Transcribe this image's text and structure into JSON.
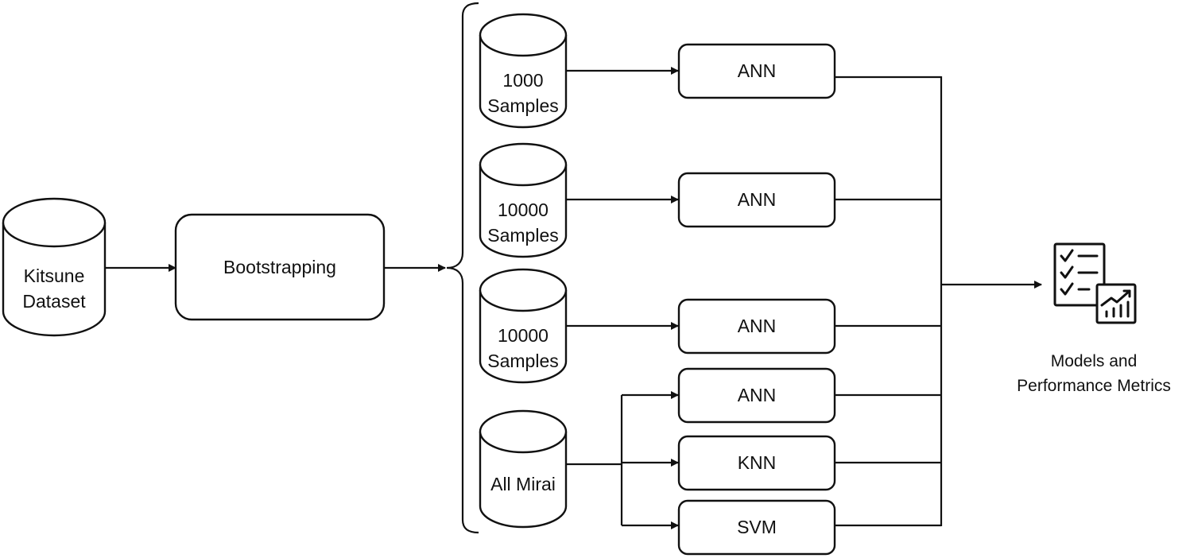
{
  "source": {
    "line1": "Kitsune",
    "line2": "Dataset"
  },
  "process": {
    "label": "Bootstrapping"
  },
  "datasets": [
    {
      "line1": "1000",
      "line2": "Samples"
    },
    {
      "line1": "10000",
      "line2": "Samples"
    },
    {
      "line1": "10000",
      "line2": "Samples"
    },
    {
      "line1": "All Mirai"
    }
  ],
  "models": [
    "ANN",
    "ANN",
    "ANN",
    "ANN",
    "KNN",
    "SVM"
  ],
  "output": {
    "icon": "checklist-chart-icon",
    "line1": "Models and",
    "line2": "Performance Metrics"
  }
}
